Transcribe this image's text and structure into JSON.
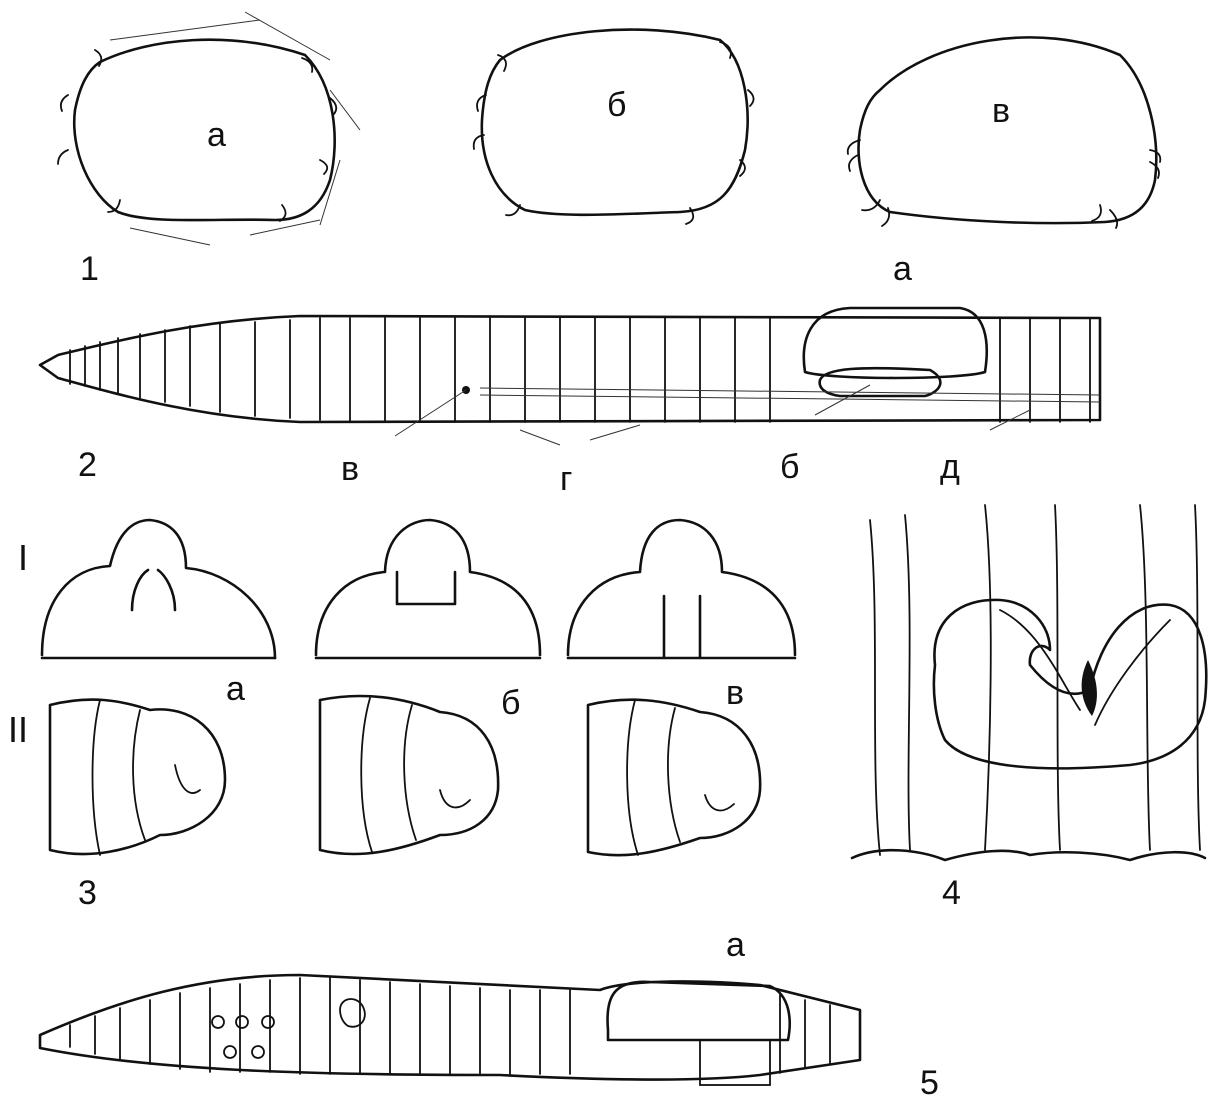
{
  "colors": {
    "ink": "#111111",
    "paper": "#ffffff"
  },
  "fig1": {
    "number": "1",
    "sections": [
      {
        "id": "a",
        "label": "а"
      },
      {
        "id": "b",
        "label": "б"
      },
      {
        "id": "v",
        "label": "в"
      }
    ],
    "side_letter": "а"
  },
  "fig2": {
    "number": "2",
    "labels": {
      "v": "в",
      "g": "г",
      "b": "б",
      "d": "д"
    }
  },
  "fig3": {
    "number": "3",
    "row_labels": {
      "one": "I",
      "two": "II"
    },
    "variant_labels": [
      "а",
      "б",
      "в"
    ]
  },
  "fig4": {
    "number": "4"
  },
  "fig5": {
    "number": "5",
    "top_letter": "а"
  }
}
